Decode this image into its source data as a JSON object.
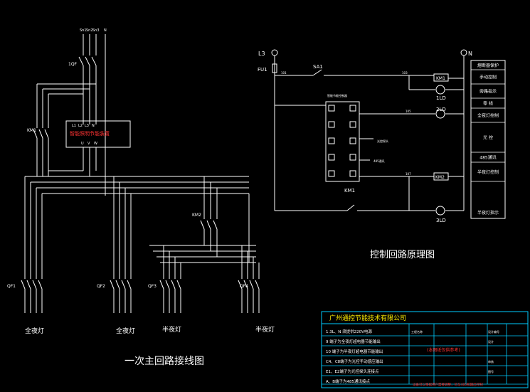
{
  "main": {
    "title": "一次主回路接线图",
    "supply_labels": [
      "Sn1",
      "Sn2",
      "Sn3",
      "N"
    ],
    "qf_main": "1QF",
    "km1": "KM1",
    "km2": "KM2",
    "device": {
      "label": "智能照明节能装置",
      "terms_top": [
        "L1",
        "L2",
        "L3",
        "N"
      ],
      "terms_bot": [
        "U",
        "V",
        "W"
      ]
    },
    "breakers": [
      "QF1",
      "QF2",
      "QF3",
      "QF4"
    ],
    "loads": [
      "全夜灯",
      "全夜灯",
      "半夜灯",
      "半夜灯"
    ]
  },
  "control": {
    "title": "控制回路原理图",
    "l3": "L3",
    "n": "N",
    "fu1": "FU1",
    "sa1": "SA1",
    "km1": "KM1",
    "km1_contact": "KM1",
    "km2": "KM2",
    "lamp1": "1LD",
    "lamp2": "2LD",
    "lamp3": "3LD",
    "wire_numbers": [
      "101",
      "103",
      "105",
      "107"
    ],
    "module_title": "智能节能控制器",
    "sensor1": "光控探头",
    "sensor2": "485通讯",
    "functions": [
      "熔断器保护",
      "手动控制",
      "旁路指示",
      "零 线",
      "全夜灯控制",
      "光 控",
      "485通讯",
      "半夜灯控制",
      "半夜灯指示"
    ]
  },
  "titleblock": {
    "company": "广州通控节能技术有限公司",
    "notes": [
      "1.3L、N 须提供220V电源",
      "9 端子为全夜灯超电器节能输出",
      "10 端子为半夜灯超电器节能输出",
      "C4、C8端子为光控手动感应输出",
      "E1、E2端子为光控探头连接点",
      "A、B端子为485通讯接点"
    ],
    "remark": "(本图纸仅供参考)",
    "footer_red": "设备可以根据用户需要调整，可与485和输出控制",
    "cells": [
      "工程名称",
      "设计编号",
      "设计",
      "审核",
      "图号"
    ]
  }
}
